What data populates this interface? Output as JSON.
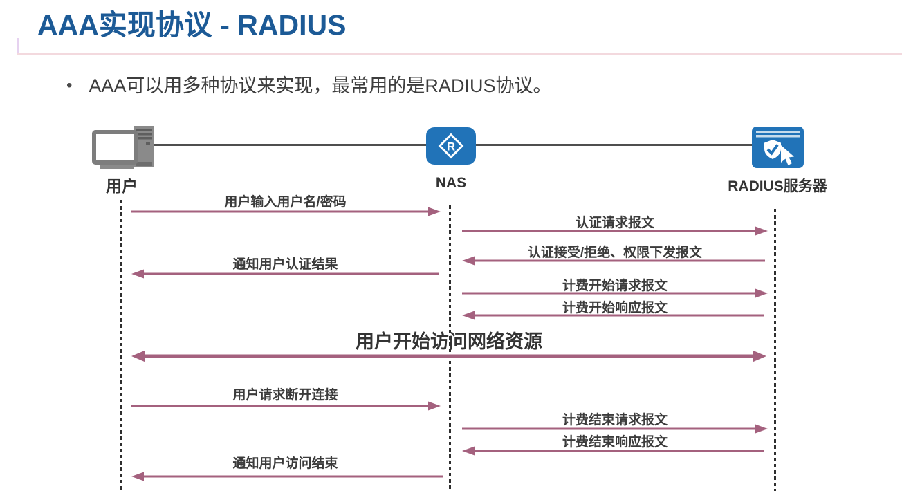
{
  "slide": {
    "title": "AAA实现协议 - RADIUS",
    "bullet": "AAA可以用多种协议来实现，最常用的是RADIUS协议。"
  },
  "diagram": {
    "actors": [
      {
        "label": "用户",
        "icon": "computer-icon"
      },
      {
        "label": "NAS",
        "icon": "router-icon",
        "icon_letter": "R"
      },
      {
        "label": "RADIUS服务器",
        "icon": "auth-server-icon"
      }
    ],
    "messages": [
      {
        "label": "用户输入用户名/密码",
        "from": "用户",
        "to": "NAS",
        "direction": "right"
      },
      {
        "label": "认证请求报文",
        "from": "NAS",
        "to": "RADIUS服务器",
        "direction": "right"
      },
      {
        "label": "认证接受/拒绝、权限下发报文",
        "from": "RADIUS服务器",
        "to": "NAS",
        "direction": "left"
      },
      {
        "label": "通知用户认证结果",
        "from": "NAS",
        "to": "用户",
        "direction": "left"
      },
      {
        "label": "计费开始请求报文",
        "from": "NAS",
        "to": "RADIUS服务器",
        "direction": "right"
      },
      {
        "label": "计费开始响应报文",
        "from": "RADIUS服务器",
        "to": "NAS",
        "direction": "left"
      },
      {
        "label": "用户开始访问网络资源",
        "from": "用户",
        "to": "RADIUS服务器",
        "direction": "both"
      },
      {
        "label": "用户请求断开连接",
        "from": "用户",
        "to": "NAS",
        "direction": "right"
      },
      {
        "label": "计费结束请求报文",
        "from": "NAS",
        "to": "RADIUS服务器",
        "direction": "right"
      },
      {
        "label": "计费结束响应报文",
        "from": "RADIUS服务器",
        "to": "NAS",
        "direction": "left"
      },
      {
        "label": "通知用户访问结束",
        "from": "NAS",
        "to": "用户",
        "direction": "left"
      }
    ],
    "colors": {
      "title_blue": "#1c5a96",
      "arrow_rose": "#a4617e",
      "icon_blue": "#2173b8",
      "connector_gray": "#4f4f4f",
      "title_rule_pink": "#f3d9de"
    }
  }
}
